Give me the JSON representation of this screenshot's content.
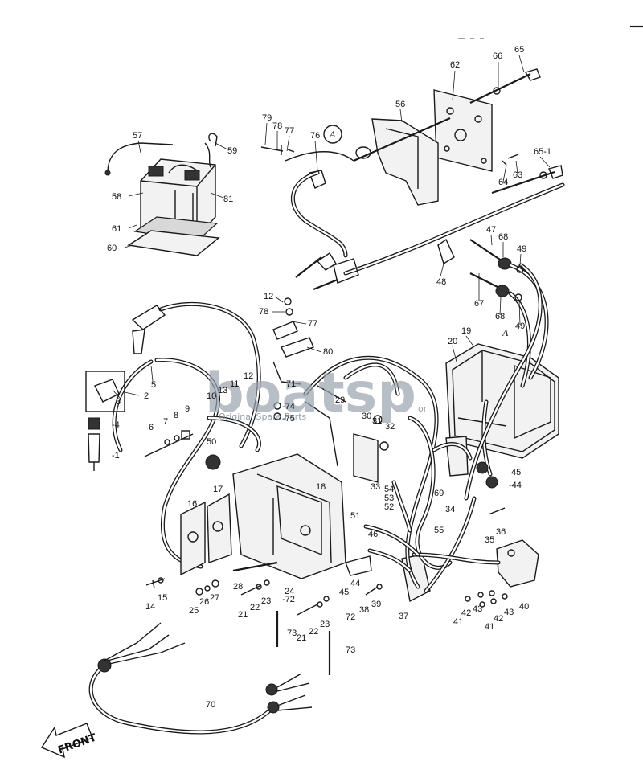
{
  "watermark": {
    "main": "boatsp",
    "suffix": "or",
    "sub": "Original Spare Parts"
  },
  "front_arrow": "FRONT",
  "reference_marks": {
    "a": "A"
  },
  "callouts": [
    {
      "id": "c57",
      "text": "57"
    },
    {
      "id": "c59",
      "text": "59"
    },
    {
      "id": "c58",
      "text": "58"
    },
    {
      "id": "c81",
      "text": "81"
    },
    {
      "id": "c61",
      "text": "61"
    },
    {
      "id": "c60",
      "text": "60"
    },
    {
      "id": "c79",
      "text": "79"
    },
    {
      "id": "c78a",
      "text": "78"
    },
    {
      "id": "c77a",
      "text": "77"
    },
    {
      "id": "c76",
      "text": "76"
    },
    {
      "id": "c56",
      "text": "56"
    },
    {
      "id": "c62",
      "text": "62"
    },
    {
      "id": "c66",
      "text": "66"
    },
    {
      "id": "c65",
      "text": "65"
    },
    {
      "id": "c64",
      "text": "64"
    },
    {
      "id": "c63",
      "text": "63"
    },
    {
      "id": "c65_1",
      "text": "65-1"
    },
    {
      "id": "c47",
      "text": "47"
    },
    {
      "id": "c68a",
      "text": "68"
    },
    {
      "id": "c49a",
      "text": "49"
    },
    {
      "id": "c48",
      "text": "48"
    },
    {
      "id": "c67",
      "text": "67"
    },
    {
      "id": "c68b",
      "text": "68"
    },
    {
      "id": "c49b",
      "text": "49"
    },
    {
      "id": "c12a",
      "text": "12"
    },
    {
      "id": "c78b",
      "text": "78"
    },
    {
      "id": "c77b",
      "text": "77"
    },
    {
      "id": "c80",
      "text": "80"
    },
    {
      "id": "c20",
      "text": "20"
    },
    {
      "id": "c19",
      "text": "19"
    },
    {
      "id": "c5",
      "text": "5"
    },
    {
      "id": "c3",
      "text": "3"
    },
    {
      "id": "c2",
      "text": "2"
    },
    {
      "id": "c4",
      "text": "-4"
    },
    {
      "id": "c1",
      "text": "-1"
    },
    {
      "id": "c10",
      "text": "10"
    },
    {
      "id": "c13",
      "text": "13"
    },
    {
      "id": "c11",
      "text": "11"
    },
    {
      "id": "c12b",
      "text": "12"
    },
    {
      "id": "c71",
      "text": "71"
    },
    {
      "id": "c29",
      "text": "29"
    },
    {
      "id": "c74",
      "text": "-74"
    },
    {
      "id": "c75",
      "text": "-75"
    },
    {
      "id": "c6",
      "text": "6"
    },
    {
      "id": "c7",
      "text": "7"
    },
    {
      "id": "c8",
      "text": "8"
    },
    {
      "id": "c9",
      "text": "9"
    },
    {
      "id": "c50",
      "text": "50"
    },
    {
      "id": "c30",
      "text": "30"
    },
    {
      "id": "c31",
      "text": "31"
    },
    {
      "id": "c32",
      "text": "32"
    },
    {
      "id": "c33",
      "text": "33"
    },
    {
      "id": "c54",
      "text": "54"
    },
    {
      "id": "c53",
      "text": "53"
    },
    {
      "id": "c52",
      "text": "52"
    },
    {
      "id": "c69",
      "text": "69"
    },
    {
      "id": "c34",
      "text": "34"
    },
    {
      "id": "c45a",
      "text": "45"
    },
    {
      "id": "c44a",
      "text": "-44"
    },
    {
      "id": "c17",
      "text": "17"
    },
    {
      "id": "c16",
      "text": "16"
    },
    {
      "id": "c18",
      "text": "18"
    },
    {
      "id": "c51",
      "text": "51"
    },
    {
      "id": "c46",
      "text": "46"
    },
    {
      "id": "c55",
      "text": "55"
    },
    {
      "id": "c36",
      "text": "36"
    },
    {
      "id": "c35",
      "text": "35"
    },
    {
      "id": "c28",
      "text": "28"
    },
    {
      "id": "c14",
      "text": "14"
    },
    {
      "id": "c15",
      "text": "15"
    },
    {
      "id": "c25",
      "text": "25"
    },
    {
      "id": "c26",
      "text": "26"
    },
    {
      "id": "c27",
      "text": "27"
    },
    {
      "id": "c21a",
      "text": "21"
    },
    {
      "id": "c22a",
      "text": "22"
    },
    {
      "id": "c23a",
      "text": "23"
    },
    {
      "id": "c72a",
      "text": "-72"
    },
    {
      "id": "c24",
      "text": "24"
    },
    {
      "id": "c44b",
      "text": "44"
    },
    {
      "id": "c45b",
      "text": "45"
    },
    {
      "id": "c38",
      "text": "38"
    },
    {
      "id": "c39",
      "text": "39"
    },
    {
      "id": "c37",
      "text": "37"
    },
    {
      "id": "c42a",
      "text": "42"
    },
    {
      "id": "c43a",
      "text": "43"
    },
    {
      "id": "c41a",
      "text": "41"
    },
    {
      "id": "c42b",
      "text": "42"
    },
    {
      "id": "c43b",
      "text": "43"
    },
    {
      "id": "c41b",
      "text": "41"
    },
    {
      "id": "c40",
      "text": "40"
    },
    {
      "id": "c21b",
      "text": "21"
    },
    {
      "id": "c22b",
      "text": "22"
    },
    {
      "id": "c23b",
      "text": "23"
    },
    {
      "id": "c72b",
      "text": "72"
    },
    {
      "id": "c73a",
      "text": "73"
    },
    {
      "id": "c73b",
      "text": "73"
    },
    {
      "id": "c70",
      "text": "70"
    }
  ]
}
